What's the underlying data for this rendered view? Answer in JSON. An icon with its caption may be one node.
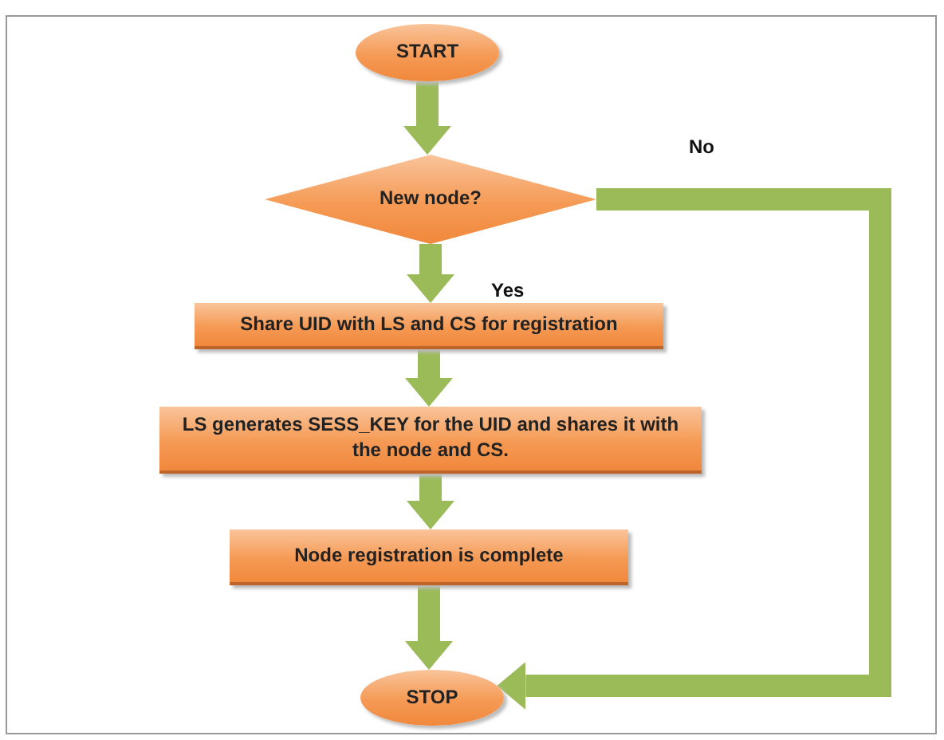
{
  "diagram": {
    "nodes": [
      {
        "text": [
          "START"
        ]
      },
      {
        "text": [
          "New node?"
        ]
      },
      {
        "text": [
          "Share UID with LS and CS for registration"
        ]
      },
      {
        "text": [
          "LS generates SESS_KEY for the UID and shares it with the node and CS."
        ]
      },
      {
        "text": [
          "Node registration is complete"
        ]
      },
      {
        "text": [
          "STOP"
        ]
      }
    ],
    "edges": [
      {
        "from": 0,
        "to": 1,
        "arrow": "to"
      },
      {
        "from": 1,
        "to": 2,
        "arrow": "to",
        "label": "Yes"
      },
      {
        "from": 2,
        "to": 3,
        "arrow": "to"
      },
      {
        "from": 3,
        "to": 4,
        "arrow": "to"
      },
      {
        "from": 4,
        "to": 5,
        "arrow": "to"
      },
      {
        "from": 1,
        "to": 5,
        "arrow": "to",
        "label": "No"
      }
    ]
  }
}
